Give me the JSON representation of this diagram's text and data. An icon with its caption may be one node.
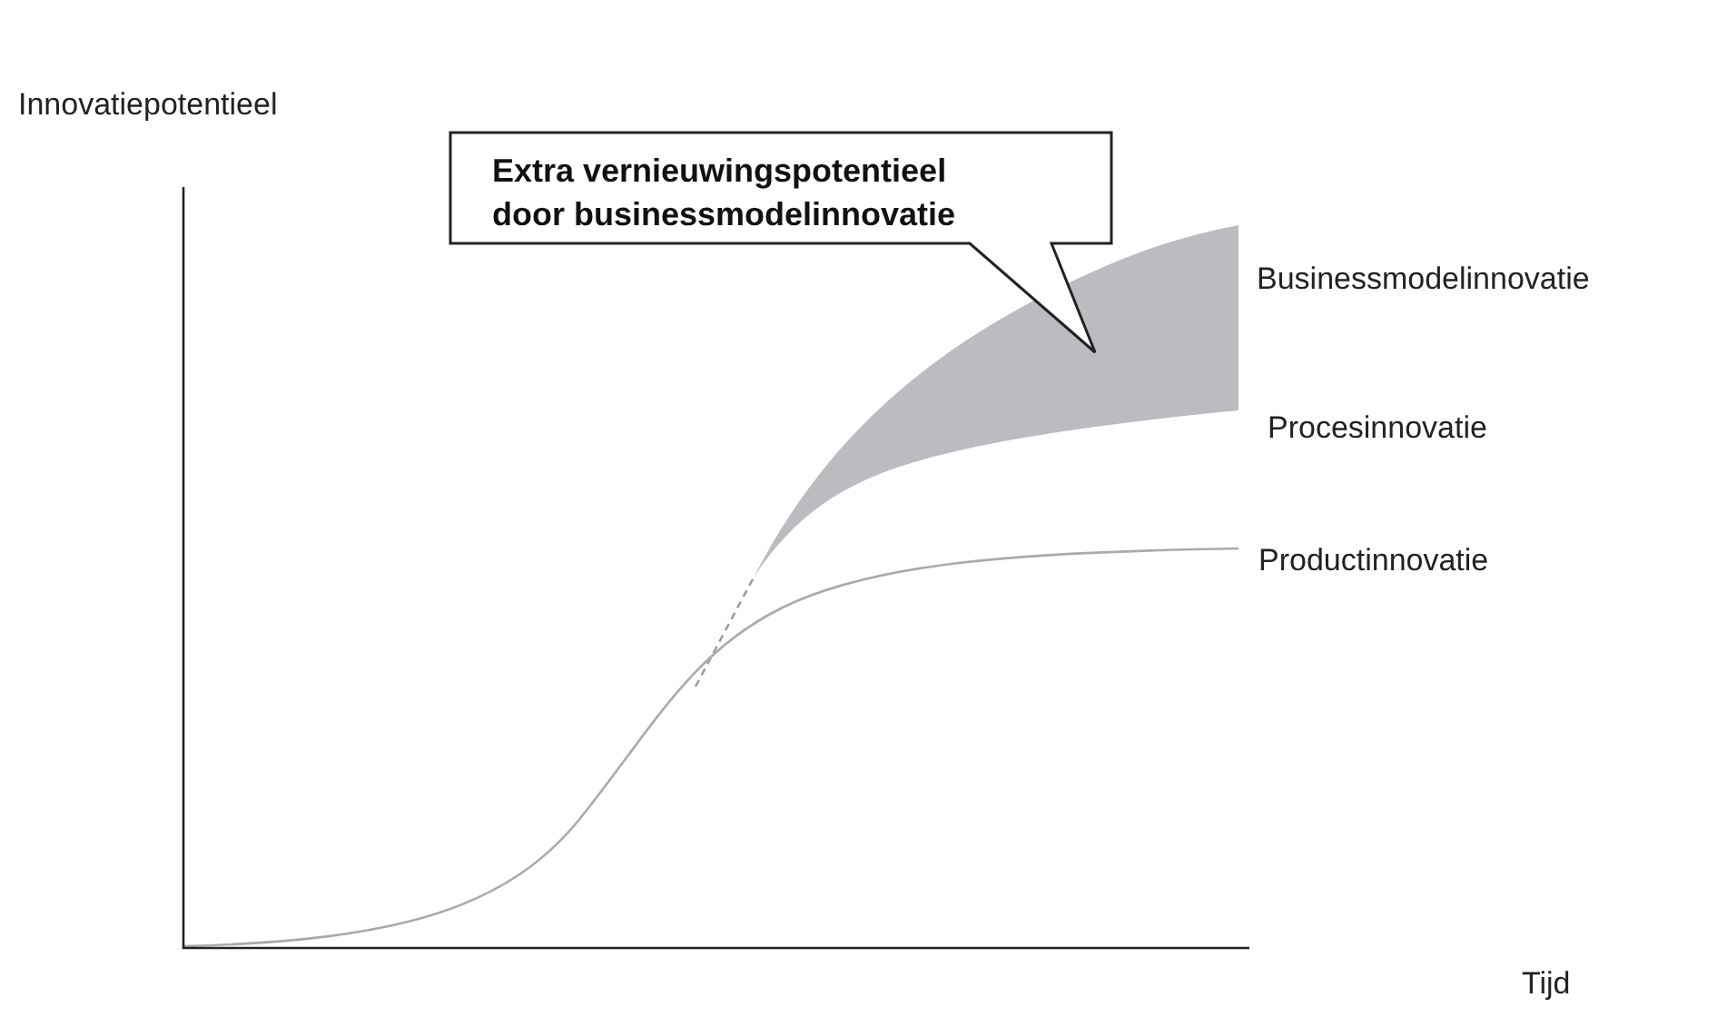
{
  "diagram": {
    "nodes": [
      {
        "text": [
          "Extra vernieuwingspotentieel door businessmodelinnovatie"
        ]
      }
    ],
    "labels": [
      "Innovatiepotentieel",
      "Businessmodelinnovatie",
      "Procesinnovatie",
      "Productinnovatie",
      "Tijd"
    ]
  }
}
